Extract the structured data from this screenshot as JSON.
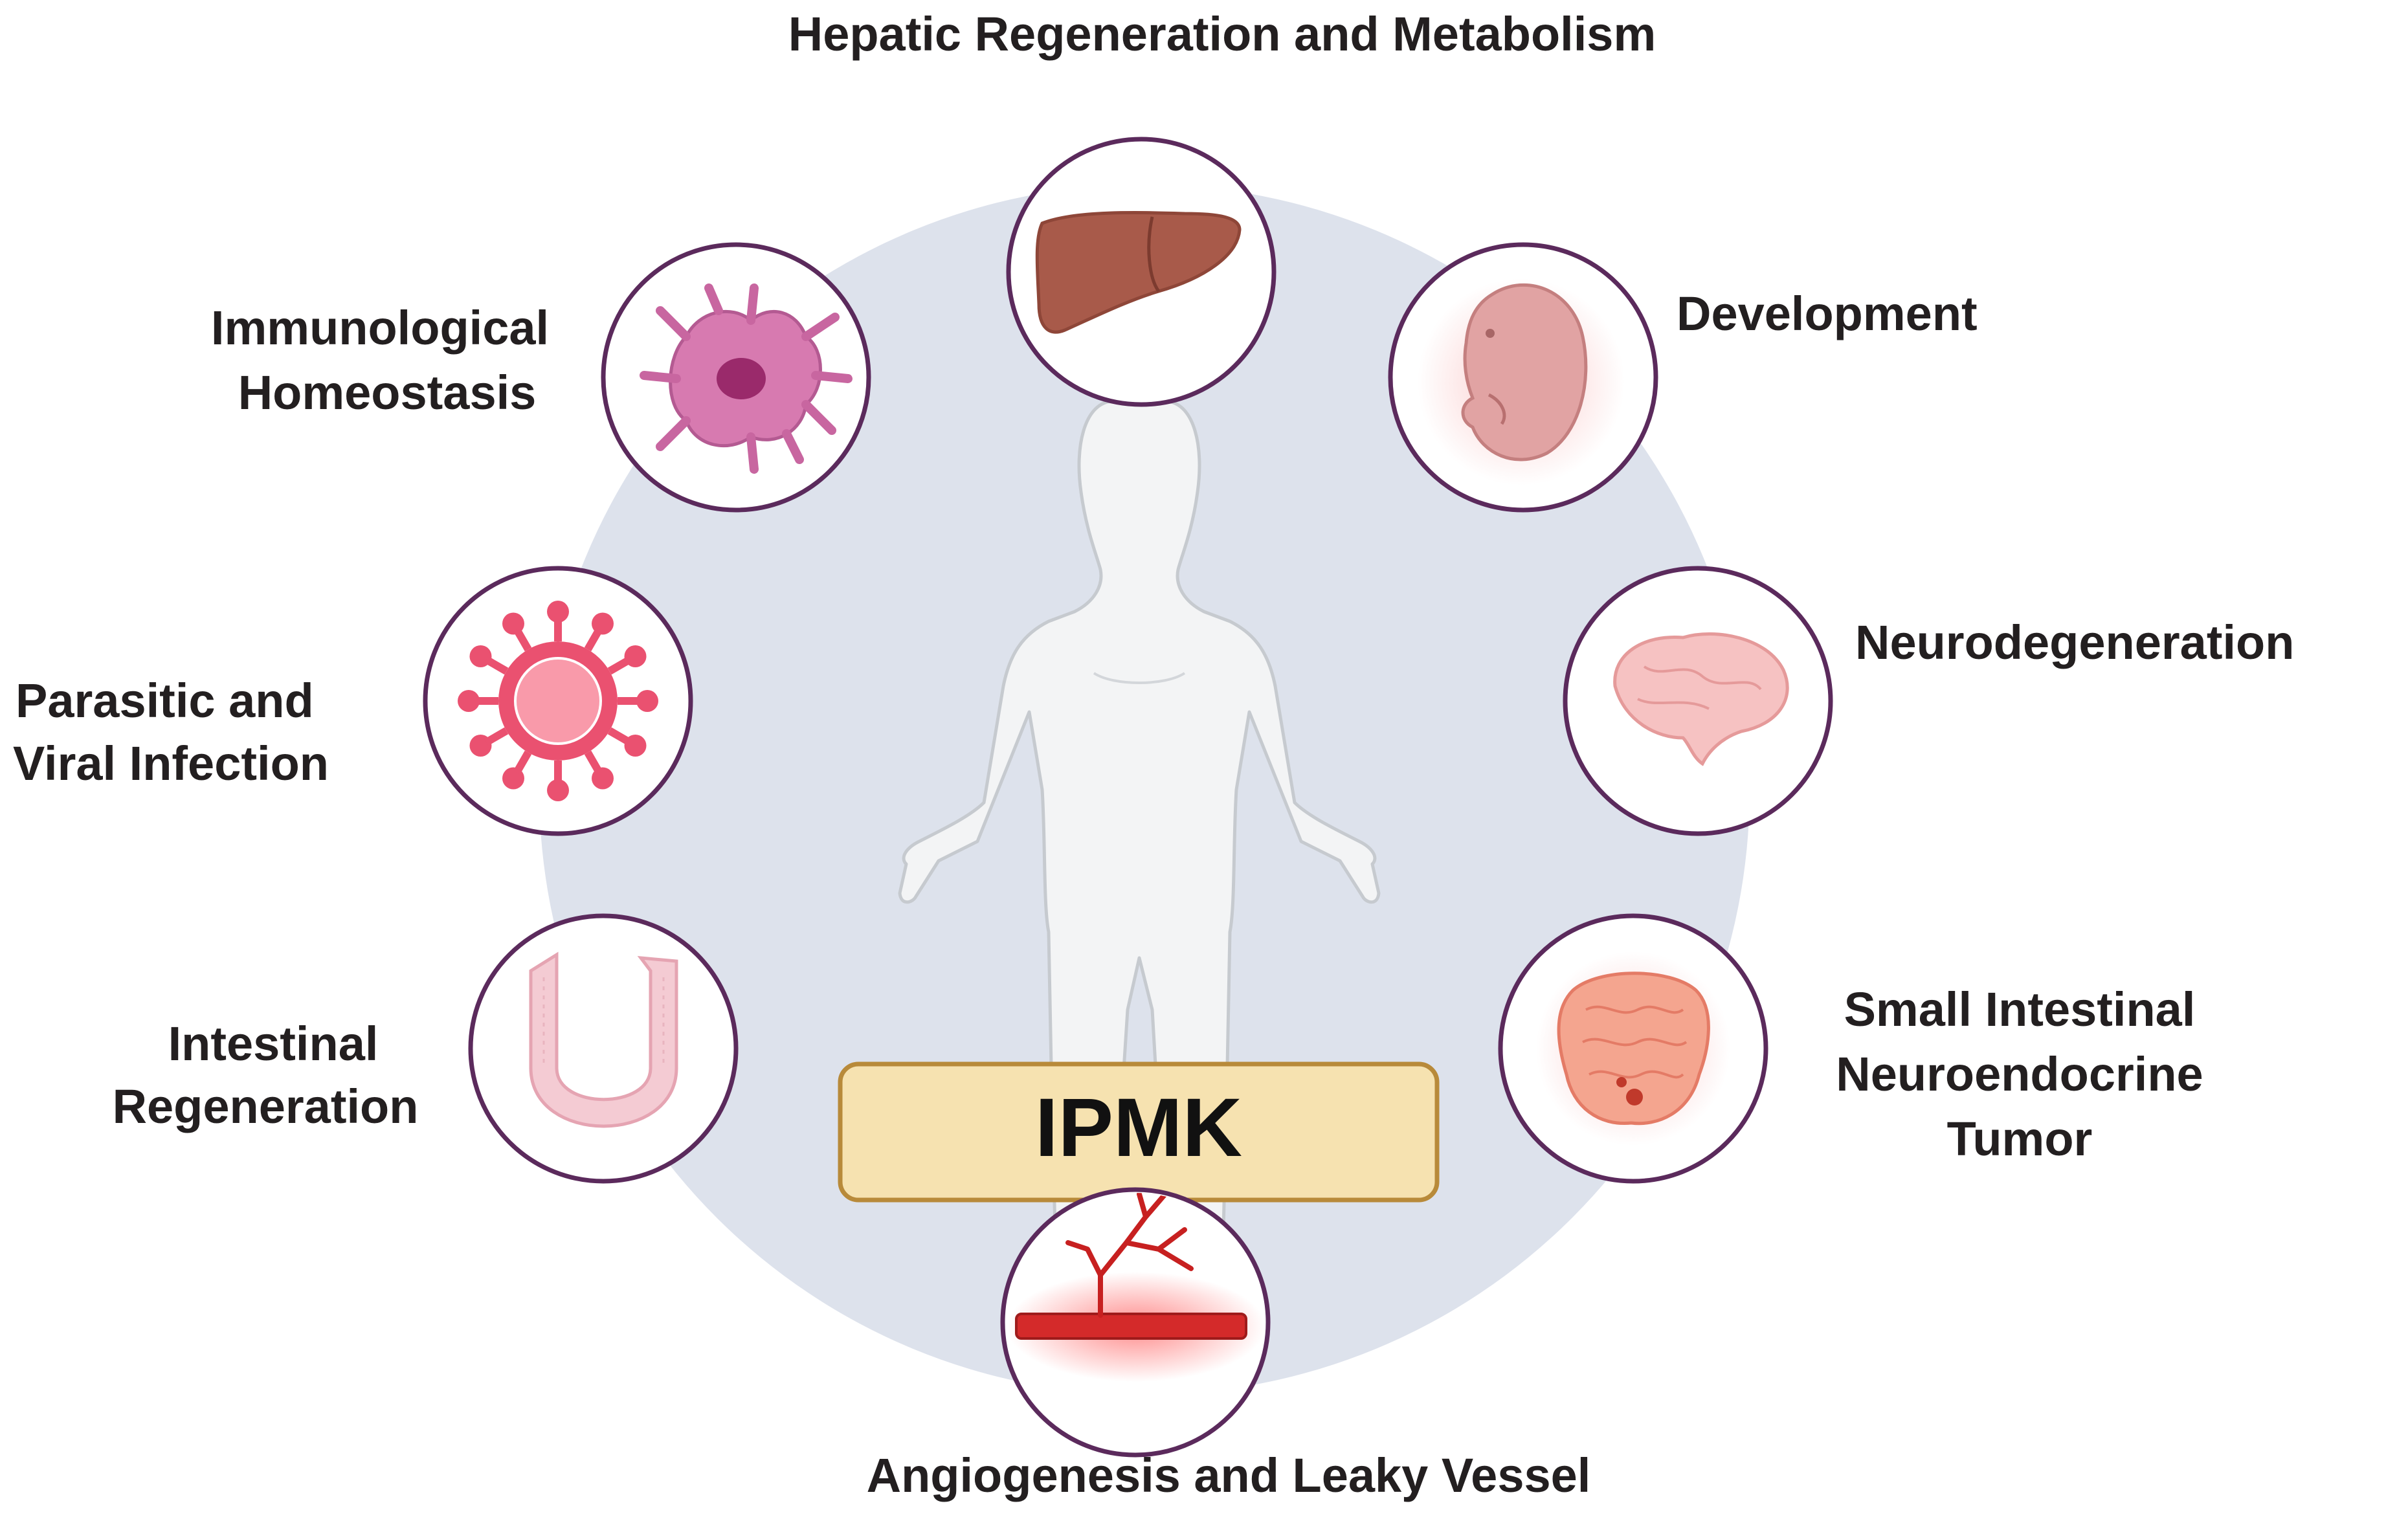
{
  "center": {
    "label": "IPMK"
  },
  "topics": [
    {
      "id": "hepatic",
      "icon": "liver-icon",
      "lines": [
        "Hepatic Regeneration and Metabolism"
      ]
    },
    {
      "id": "development",
      "icon": "embryo-icon",
      "lines": [
        "Development"
      ]
    },
    {
      "id": "neuro",
      "icon": "brain-icon",
      "lines": [
        "Neurodegeneration"
      ]
    },
    {
      "id": "siten",
      "icon": "intestine-tumor-icon",
      "lines": [
        "Small Intestinal",
        "Neuroendocrine",
        "Tumor"
      ]
    },
    {
      "id": "angio",
      "icon": "blood-vessel-icon",
      "lines": [
        "Angiogenesis and Leaky Vessel"
      ]
    },
    {
      "id": "intestinal",
      "icon": "intestinal-villus-icon",
      "lines": [
        "Intestinal",
        "Regeneration"
      ]
    },
    {
      "id": "infection",
      "icon": "virus-icon",
      "lines": [
        "Parasitic and",
        "Viral Infection"
      ]
    },
    {
      "id": "immuno",
      "icon": "dendritic-cell-icon",
      "lines": [
        "Immunological",
        "Homeostasis"
      ]
    }
  ],
  "colors": {
    "background_disc": "#dde2ec",
    "circle_border": "#5b2a5c",
    "ipmk_box_fill": "#f6e2b0",
    "ipmk_box_border": "#b88a3a",
    "text": "#231f20"
  }
}
